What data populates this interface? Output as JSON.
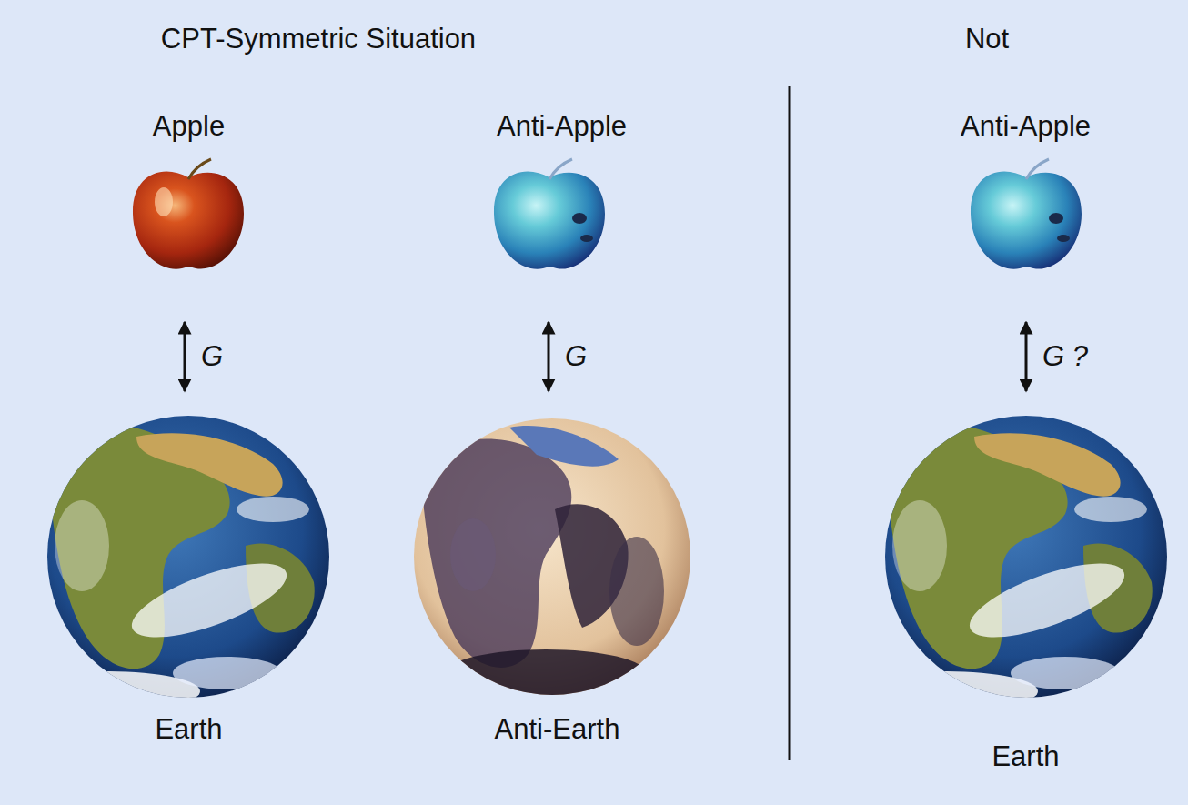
{
  "diagram": {
    "nodes": [
      {
        "text": [
          "Apple"
        ]
      },
      {
        "text": [
          "Earth"
        ]
      },
      {
        "text": [
          "Anti-Apple"
        ]
      },
      {
        "text": [
          "Anti-Earth"
        ]
      },
      {
        "text": [
          "Anti-Apple"
        ]
      },
      {
        "text": [
          "Earth"
        ]
      }
    ],
    "edges": [
      {
        "from": 0,
        "to": 1,
        "label": "G",
        "arrow": "both"
      },
      {
        "from": 2,
        "to": 3,
        "label": "G",
        "arrow": "both"
      },
      {
        "from": 4,
        "to": 5,
        "label": "G ?",
        "arrow": "both"
      }
    ],
    "labels": [
      "CPT-Symmetric Situation",
      "Not"
    ]
  }
}
